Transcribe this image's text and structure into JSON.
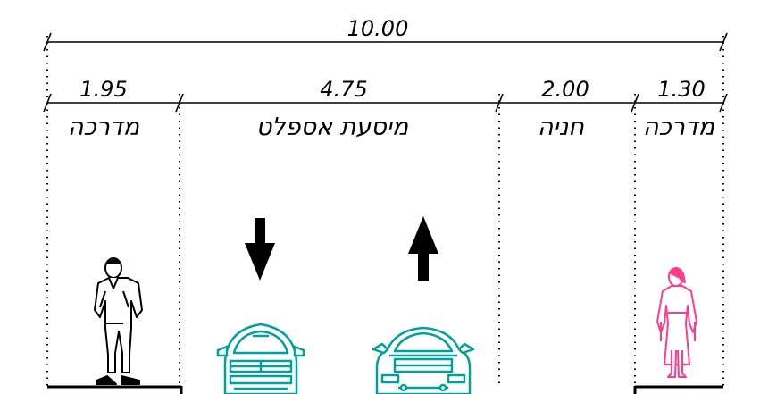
{
  "overall": {
    "width_label": "10.00"
  },
  "segments": [
    {
      "key": "sidewalk_left",
      "width_label": "1.95",
      "zone_label": "מדרכה"
    },
    {
      "key": "asphalt_road",
      "width_label": "4.75",
      "zone_label": "מיסעת אספלט"
    },
    {
      "key": "parking",
      "width_label": "2.00",
      "zone_label": "חניה"
    },
    {
      "key": "sidewalk_right",
      "width_label": "1.30",
      "zone_label": "מדרכה"
    }
  ],
  "traffic": [
    {
      "lane": "left",
      "direction": "down"
    },
    {
      "lane": "right",
      "direction": "up"
    }
  ],
  "figures": [
    {
      "kind": "man",
      "icon": "man-figure-icon",
      "color": "#000000"
    },
    {
      "kind": "woman",
      "icon": "woman-figure-icon",
      "color": "#ff3c8c"
    },
    {
      "kind": "car",
      "icon": "car-front-icon",
      "color": "#00a19a"
    },
    {
      "kind": "car",
      "icon": "car-rear-icon",
      "color": "#00a19a"
    }
  ],
  "colors": {
    "line": "#000000",
    "car": "#00a19a",
    "woman": "#ff3c8c"
  }
}
